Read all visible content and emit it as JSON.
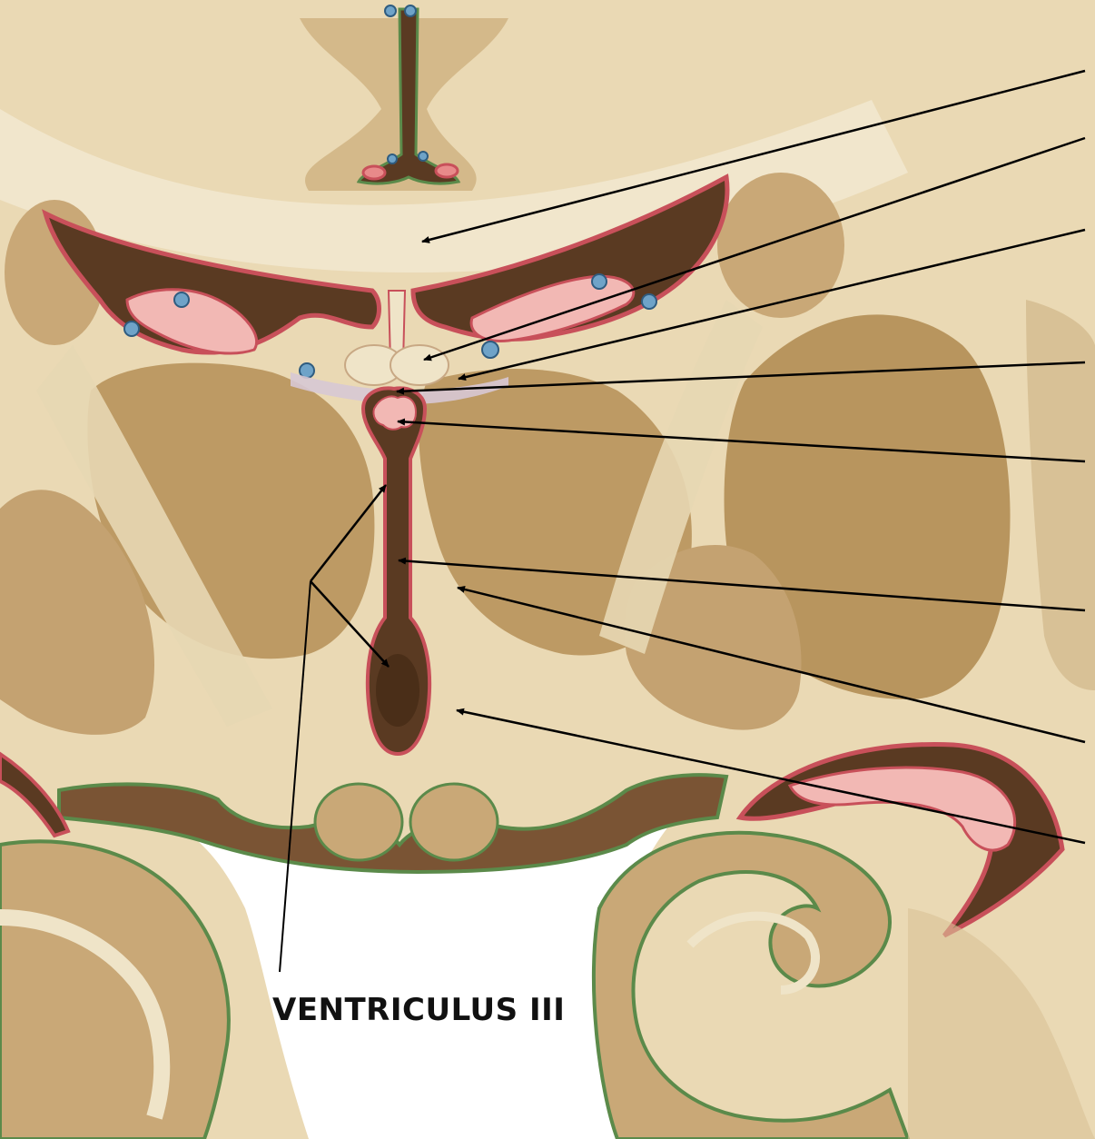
{
  "labels": {
    "ventriculus_iii": "VENTRICULUS III"
  },
  "colors": {
    "background_tissue": "#e8d6b0",
    "white_matter": "#efe4c8",
    "gray_matter": "#bf9d6a",
    "ventricle_dark": "#5a3a22",
    "ependyma_red": "#c8505a",
    "choroid_pink": "#f2b8b4",
    "pia_green": "#5b8a4a",
    "vessel_blue": "#6fa3c8",
    "arrow": "#000000"
  },
  "pointer_lines": [
    {
      "name": "pointer-corpus-callosum"
    },
    {
      "name": "pointer-fornix"
    },
    {
      "name": "pointer-tela-choroidea"
    },
    {
      "name": "pointer-choroid-roof"
    },
    {
      "name": "pointer-choroid-plexus-third"
    },
    {
      "name": "pointer-ependyma-wall"
    },
    {
      "name": "pointer-thalamus"
    },
    {
      "name": "pointer-hypothalamus"
    }
  ]
}
